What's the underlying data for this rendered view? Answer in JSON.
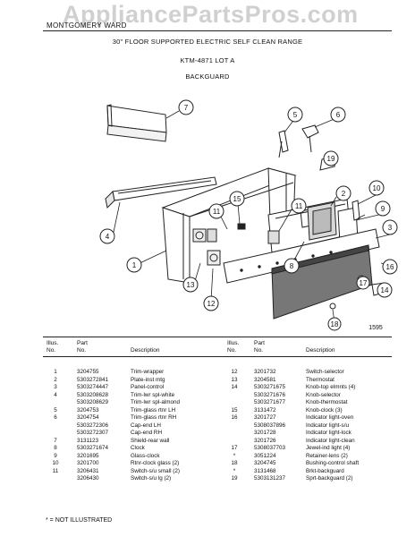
{
  "watermark": "AppliancePartsPros.com",
  "brand": "MONTGOMERY WARD",
  "title": "30\" FLOOR SUPPORTED ELECTRIC SELF CLEAN RANGE",
  "model": "KTM-4871 LOT A",
  "section": "BACKGUARD",
  "diagram_number": "1595",
  "callouts": [
    "1",
    "2",
    "3",
    "4",
    "5",
    "6",
    "7",
    "8",
    "9",
    "10",
    "11",
    "11",
    "12",
    "13",
    "14",
    "15",
    "16",
    "17",
    "18",
    "19"
  ],
  "columns": {
    "illus": "Illus.",
    "no": "No.",
    "part": "Part",
    "partno": "No.",
    "desc": "Description"
  },
  "left_rows": [
    {
      "illus": "1",
      "part": "3204755",
      "desc": "Trim-wrapper"
    },
    {
      "illus": "2",
      "part": "5303272841",
      "desc": "Plate-inst mtg"
    },
    {
      "illus": "3",
      "part": "5303274447",
      "desc": "Panel-control"
    },
    {
      "illus": "4",
      "part": "5303208628",
      "desc": "Trim-lwr spl-white"
    },
    {
      "illus": "",
      "part": "5303208629",
      "desc": "Trim-lwr spl-almond"
    },
    {
      "illus": "5",
      "part": "3204753",
      "desc": "Trim-glass rtnr LH"
    },
    {
      "illus": "6",
      "part": "3204754",
      "desc": "Trim-glass rtnr RH"
    },
    {
      "illus": "",
      "part": "5303272306",
      "desc": "Cap-end LH"
    },
    {
      "illus": "",
      "part": "5303272307",
      "desc": "Cap-end RH"
    },
    {
      "illus": "7",
      "part": "3131123",
      "desc": "Shield-rear wall"
    },
    {
      "illus": "8",
      "part": "5303271674",
      "desc": "Clock"
    },
    {
      "illus": "9",
      "part": "3201695",
      "desc": "Glass-clock"
    },
    {
      "illus": "10",
      "part": "3201700",
      "desc": "Rtnr-clock glass (2)"
    },
    {
      "illus": "11",
      "part": "3206431",
      "desc": "Switch-s/u small (2)"
    },
    {
      "illus": "",
      "part": "3206430",
      "desc": "Switch-s/u lg (2)"
    }
  ],
  "right_rows": [
    {
      "illus": "12",
      "part": "3201732",
      "desc": "Switch-selector"
    },
    {
      "illus": "13",
      "part": "3204581",
      "desc": "Thermostat"
    },
    {
      "illus": "14",
      "part": "5303271675",
      "desc": "Knob-top elmnts (4)"
    },
    {
      "illus": "",
      "part": "5303271676",
      "desc": "Knob-selector"
    },
    {
      "illus": "",
      "part": "5303271677",
      "desc": "Knob-thermostat"
    },
    {
      "illus": "15",
      "part": "3131472",
      "desc": "Knob-clock (3)"
    },
    {
      "illus": "16",
      "part": "3201727",
      "desc": "Indicator light-oven"
    },
    {
      "illus": "",
      "part": "5308037896",
      "desc": "Indicator light-s/u"
    },
    {
      "illus": "",
      "part": "3201728",
      "desc": "Indicator light-lock"
    },
    {
      "illus": "",
      "part": "3201726",
      "desc": "Indicator light-clean"
    },
    {
      "illus": "17",
      "part": "5308037703",
      "desc": "Jewel-ind light (4)"
    },
    {
      "illus": "*",
      "part": "3051224",
      "desc": "Retainer-lens (2)"
    },
    {
      "illus": "18",
      "part": "3204745",
      "desc": "Bushing-control shaft"
    },
    {
      "illus": "*",
      "part": "3131468",
      "desc": "Brkt-backguard"
    },
    {
      "illus": "19",
      "part": "5303131237",
      "desc": "Sprt-backguard (2)"
    }
  ],
  "footnote": "* = NOT ILLUSTRATED"
}
